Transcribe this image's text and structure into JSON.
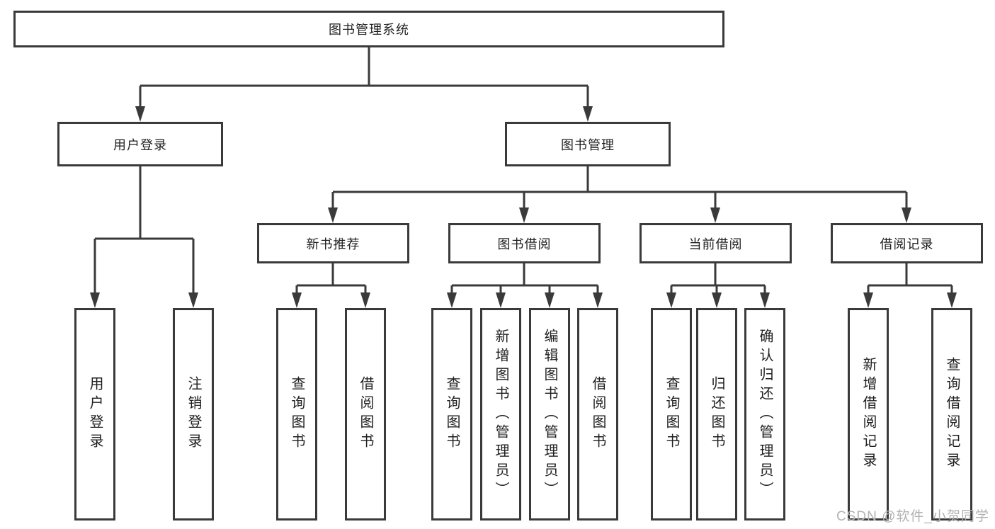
{
  "tree": {
    "root": "图书管理系统",
    "children": [
      {
        "label": "用户登录",
        "children": [
          "用户登录",
          "注销登录"
        ]
      },
      {
        "label": "图书管理",
        "children": [
          {
            "label": "新书推荐",
            "children": [
              "查询图书",
              "借阅图书"
            ]
          },
          {
            "label": "图书借阅",
            "children": [
              "查询图书",
              "新增图书（管理员）",
              "编辑图书（管理员）",
              "借阅图书"
            ]
          },
          {
            "label": "当前借阅",
            "children": [
              "查询图书",
              "归还图书",
              "确认归还（管理员）"
            ]
          },
          {
            "label": "借阅记录",
            "children": [
              "新增借阅记录",
              "查询借阅记录"
            ]
          }
        ]
      }
    ]
  },
  "watermark": "CSDN @软件_小贺同学",
  "colors": {
    "background": "#ffffff",
    "line": "#3a3a3a",
    "text": "#1f1f1f",
    "watermark": "#b2b2b2"
  }
}
